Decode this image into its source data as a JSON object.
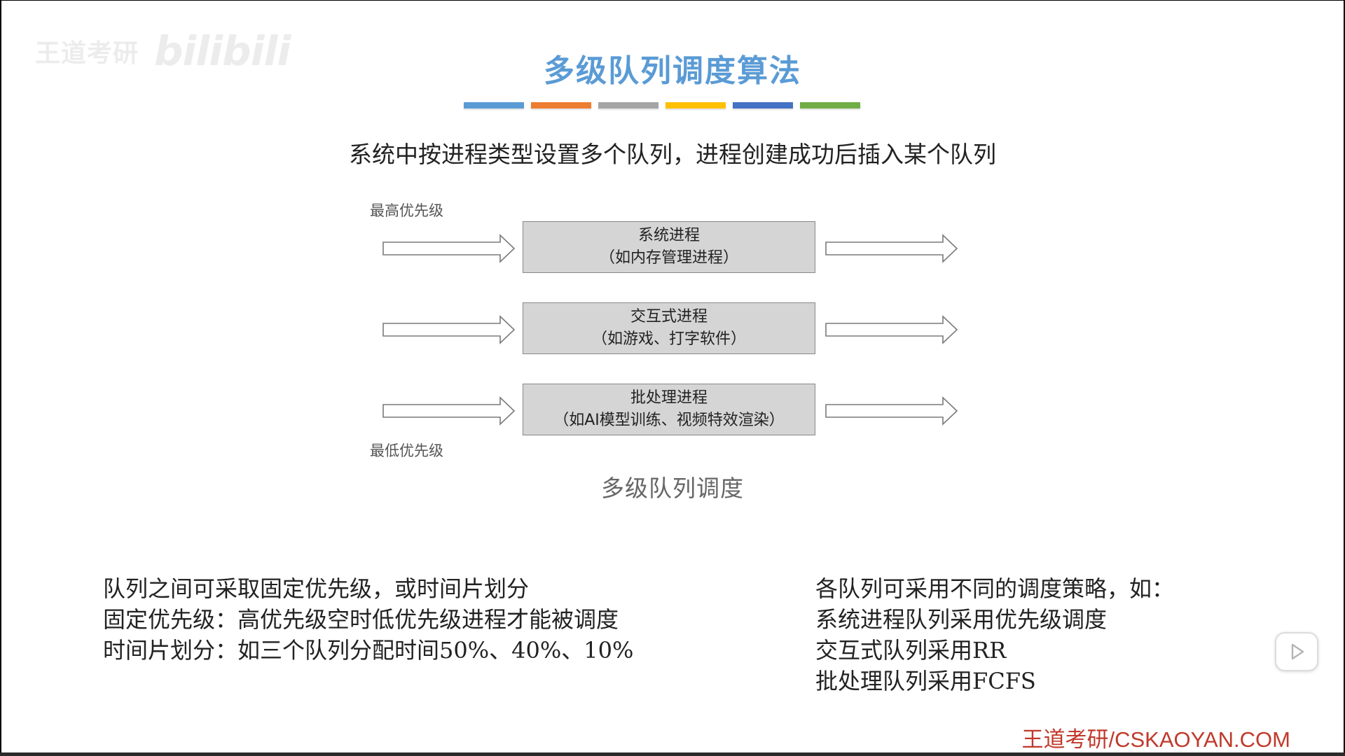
{
  "watermark": {
    "up_text": "王道考研",
    "logo_text": "bilibili"
  },
  "slide": {
    "title": "多级队列调度算法",
    "title_color": "#5a9bd5",
    "color_bars": [
      "#5b9bd5",
      "#ed7d31",
      "#a5a5a5",
      "#ffc000",
      "#4472c4",
      "#70ad47"
    ],
    "intro": "系统中按进程类型设置多个队列，进程创建成功后插入某个队列"
  },
  "diagram": {
    "priority_high": "最高优先级",
    "priority_low": "最低优先级",
    "queues": [
      {
        "line1": "系统进程",
        "line2": "（如内存管理进程）"
      },
      {
        "line1": "交互式进程",
        "line2": "（如游戏、打字软件）"
      },
      {
        "line1": "批处理进程",
        "line2": "（如AI模型训练、视频特效渲染）"
      }
    ],
    "caption": "多级队列调度"
  },
  "notes_left": [
    "队列之间可采取固定优先级，或时间片划分",
    "固定优先级：高优先级空时低优先级进程才能被调度",
    "时间片划分：如三个队列分配时间50%、40%、10%"
  ],
  "notes_right": [
    "各队列可采用不同的调度策略，如：",
    "系统进程队列采用优先级调度",
    "交互式队列采用RR",
    "批处理队列采用FCFS"
  ],
  "footer": {
    "text": "王道考研/CSKAOYAN.COM",
    "color": "#c0392b"
  },
  "player": {
    "play_icon": "play-icon"
  }
}
